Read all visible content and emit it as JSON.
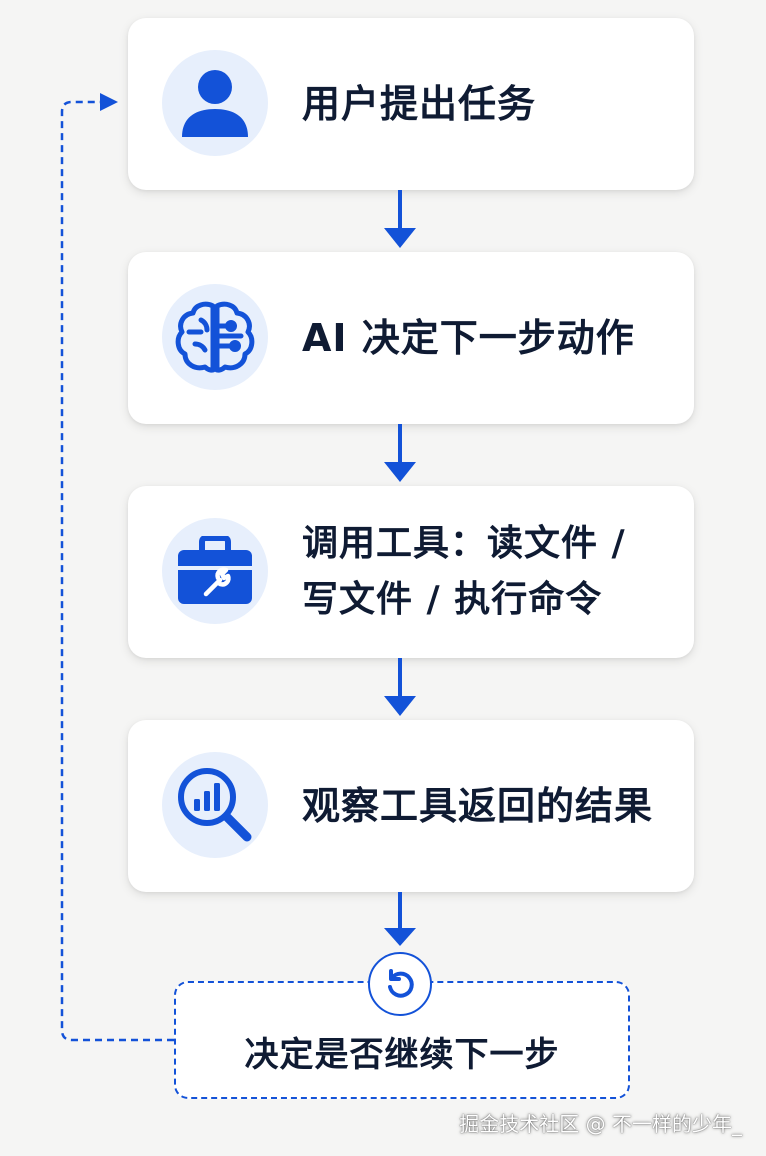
{
  "steps": [
    {
      "text": "用户提出任务",
      "icon": "user-icon"
    },
    {
      "text": "AI 决定下一步动作",
      "icon": "brain-icon"
    },
    {
      "line1": "调用工具：读文件 /",
      "line2": "写文件 / 执行命令",
      "icon": "toolbox-icon"
    },
    {
      "text": "观察工具返回的结果",
      "icon": "search-chart-icon"
    }
  ],
  "decision": {
    "text": "决定是否继续下一步",
    "icon": "restart-icon"
  },
  "watermark": "掘金技术社区 @ 不一样的少年_",
  "colors": {
    "accent": "#1352d8",
    "icon_bg": "#e7effc",
    "text": "#0f1b33",
    "card": "#ffffff",
    "background": "#f5f5f4"
  }
}
